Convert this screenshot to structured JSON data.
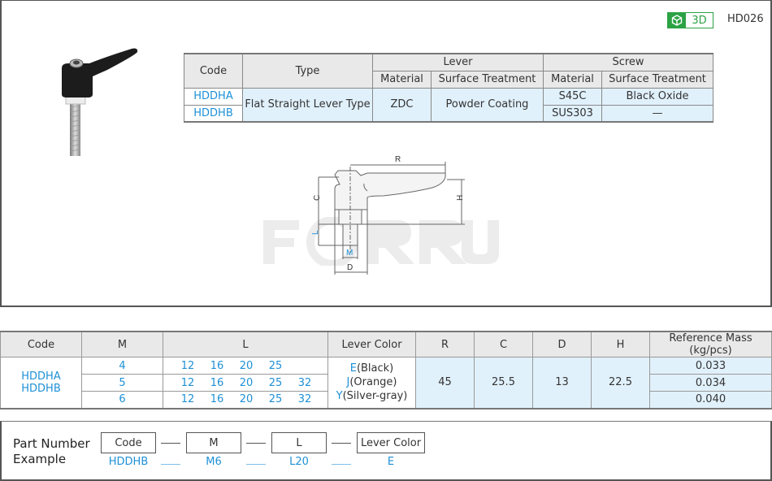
{
  "header": {
    "badge_3d_label": "3D",
    "model_code": "HD026"
  },
  "spec_table": {
    "headers": {
      "code": "Code",
      "type": "Type",
      "lever": "Lever",
      "screw": "Screw",
      "lever_material": "Material",
      "lever_surface": "Surface Treatment",
      "screw_material": "Material",
      "screw_surface": "Surface Treatment"
    },
    "rows": [
      {
        "code": "HDDHA",
        "screw_material": "S45C",
        "screw_surface": "Black Oxide"
      },
      {
        "code": "HDDHB",
        "screw_material": "SUS303",
        "screw_surface": "—"
      }
    ],
    "type": "Flat Straight Lever Type",
    "lever_material": "ZDC",
    "lever_surface": "Powder Coating"
  },
  "drawing": {
    "labels": {
      "R": "R",
      "C": "C",
      "H": "H",
      "L": "L",
      "M": "M",
      "D": "D"
    },
    "watermark": "FORRUN"
  },
  "dim_table": {
    "headers": [
      "Code",
      "M",
      "L",
      "Lever Color",
      "R",
      "C",
      "D",
      "H",
      "Reference Mass (kg/pcs)"
    ],
    "codes": [
      "HDDHA",
      "HDDHB"
    ],
    "rows": [
      {
        "M": "4",
        "L": [
          "12",
          "16",
          "20",
          "25",
          ""
        ],
        "mass": "0.033"
      },
      {
        "M": "5",
        "L": [
          "12",
          "16",
          "20",
          "25",
          "32"
        ],
        "mass": "0.034"
      },
      {
        "M": "6",
        "L": [
          "12",
          "16",
          "20",
          "25",
          "32"
        ],
        "mass": "0.040"
      }
    ],
    "lever_colors": [
      {
        "code": "E",
        "name": "(Black)"
      },
      {
        "code": "J",
        "name": "(Orange)"
      },
      {
        "code": "Y",
        "name": "(Silver-gray)"
      }
    ],
    "R": "45",
    "C": "25.5",
    "D": "13",
    "H": "22.5"
  },
  "part_number": {
    "title_line1": "Part Number",
    "title_line2": "Example",
    "fields": [
      "Code",
      "M",
      "L",
      "Lever Color"
    ],
    "example": [
      "HDDHB",
      "M6",
      "L20",
      "E"
    ]
  },
  "colors": {
    "accent_blue": "#1e90d6",
    "cell_blue": "#e1f1fc",
    "header_gray": "#e9e9e9",
    "badge_green": "#2ba244"
  }
}
